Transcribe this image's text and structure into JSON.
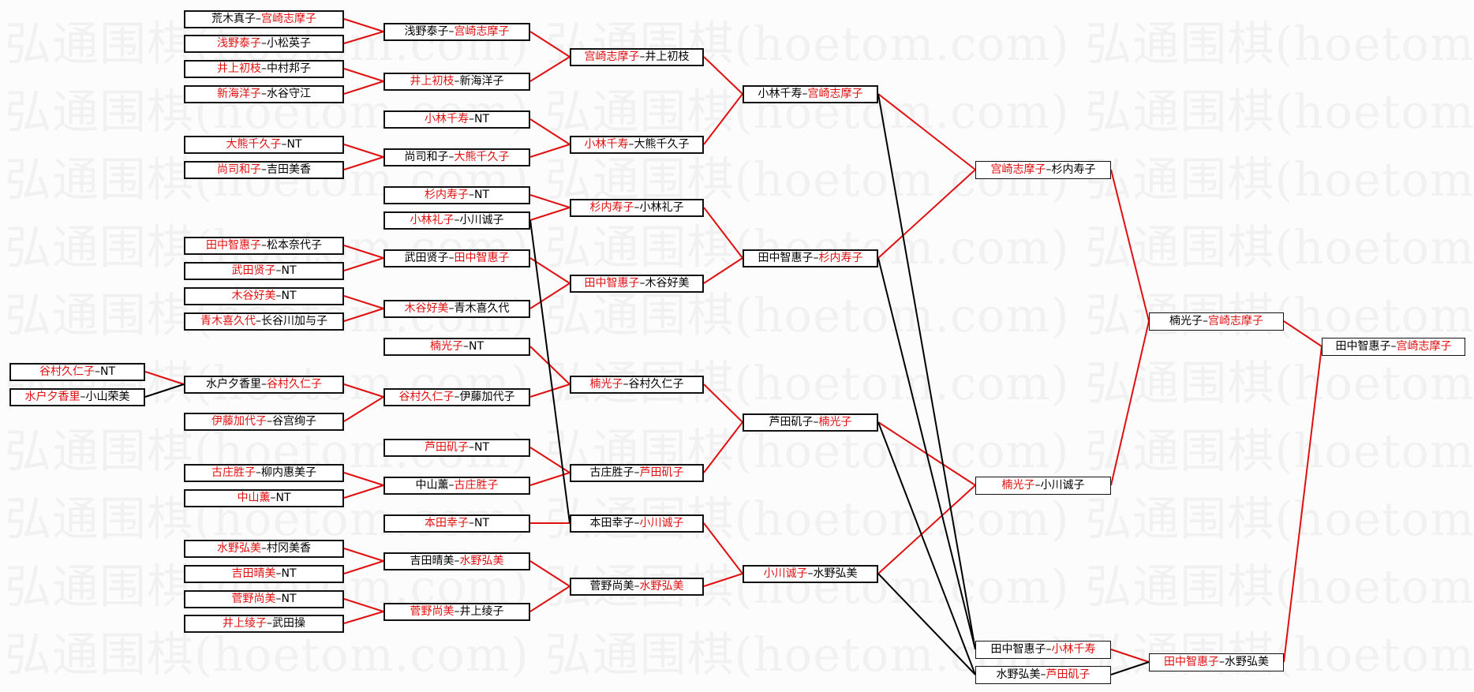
{
  "watermark": "弘通围棋(hoetom.com) 弘通围棋(hoetom.com) 弘通围棋(hoetom.c",
  "colors": {
    "winner": "#e01010",
    "loser": "#000000",
    "win_line": "#e01010",
    "lose_line": "#000000"
  },
  "matches": [
    {
      "id": "r1a",
      "p1": "谷村久仁子",
      "p2": "NT",
      "winner": 1
    },
    {
      "id": "r1b",
      "p1": "水户夕香里",
      "p2": "小山荣美",
      "winner": 1
    },
    {
      "id": "r2a",
      "p1": "荒木真子",
      "p2": "宫崎志摩子",
      "winner": 2
    },
    {
      "id": "r2b",
      "p1": "浅野泰子",
      "p2": "小松英子",
      "winner": 1
    },
    {
      "id": "r2c",
      "p1": "井上初枝",
      "p2": "中村邦子",
      "winner": 1
    },
    {
      "id": "r2d",
      "p1": "新海洋子",
      "p2": "水谷守江",
      "winner": 1
    },
    {
      "id": "r2e",
      "p1": "大熊千久子",
      "p2": "NT",
      "winner": 1
    },
    {
      "id": "r2f",
      "p1": "尚司和子",
      "p2": "吉田美香",
      "winner": 1
    },
    {
      "id": "r2g",
      "p1": "田中智惠子",
      "p2": "松本奈代子",
      "winner": 1
    },
    {
      "id": "r2h",
      "p1": "武田贤子",
      "p2": "NT",
      "winner": 1
    },
    {
      "id": "r2i",
      "p1": "木谷好美",
      "p2": "NT",
      "winner": 1
    },
    {
      "id": "r2j",
      "p1": "青木喜久代",
      "p2": "长谷川加与子",
      "winner": 1
    },
    {
      "id": "r2k",
      "p1": "水户夕香里",
      "p2": "谷村久仁子",
      "winner": 2
    },
    {
      "id": "r2l",
      "p1": "伊藤加代子",
      "p2": "谷宫绚子",
      "winner": 1
    },
    {
      "id": "r2m",
      "p1": "古庄胜子",
      "p2": "柳内惠美子",
      "winner": 1
    },
    {
      "id": "r2n",
      "p1": "中山薰",
      "p2": "NT",
      "winner": 1
    },
    {
      "id": "r2o",
      "p1": "水野弘美",
      "p2": "村冈美香",
      "winner": 1
    },
    {
      "id": "r2p",
      "p1": "吉田晴美",
      "p2": "NT",
      "winner": 1
    },
    {
      "id": "r2q",
      "p1": "菅野尚美",
      "p2": "NT",
      "winner": 1
    },
    {
      "id": "r2r",
      "p1": "井上绫子",
      "p2": "武田操",
      "winner": 1
    },
    {
      "id": "r3a",
      "p1": "浅野泰子",
      "p2": "宫崎志摩子",
      "winner": 2
    },
    {
      "id": "r3b",
      "p1": "井上初枝",
      "p2": "新海洋子",
      "winner": 1
    },
    {
      "id": "r3c",
      "p1": "小林千寿",
      "p2": "NT",
      "winner": 1
    },
    {
      "id": "r3d",
      "p1": "尚司和子",
      "p2": "大熊千久子",
      "winner": 2
    },
    {
      "id": "r3e",
      "p1": "杉内寿子",
      "p2": "NT",
      "winner": 1
    },
    {
      "id": "r3f",
      "p1": "小林礼子",
      "p2": "小川诚子",
      "winner": 1
    },
    {
      "id": "r3g",
      "p1": "武田贤子",
      "p2": "田中智惠子",
      "winner": 2
    },
    {
      "id": "r3h",
      "p1": "木谷好美",
      "p2": "青木喜久代",
      "winner": 1
    },
    {
      "id": "r3i",
      "p1": "楠光子",
      "p2": "NT",
      "winner": 1
    },
    {
      "id": "r3j",
      "p1": "谷村久仁子",
      "p2": "伊藤加代子",
      "winner": 1
    },
    {
      "id": "r3k",
      "p1": "芦田矶子",
      "p2": "NT",
      "winner": 1
    },
    {
      "id": "r3l",
      "p1": "中山薰",
      "p2": "古庄胜子",
      "winner": 2
    },
    {
      "id": "r3m",
      "p1": "本田幸子",
      "p2": "NT",
      "winner": 1
    },
    {
      "id": "r3n",
      "p1": "吉田晴美",
      "p2": "水野弘美",
      "winner": 2
    },
    {
      "id": "r3o",
      "p1": "菅野尚美",
      "p2": "井上绫子",
      "winner": 1
    },
    {
      "id": "r4a",
      "p1": "宫崎志摩子",
      "p2": "井上初枝",
      "winner": 1
    },
    {
      "id": "r4b",
      "p1": "小林千寿",
      "p2": "大熊千久子",
      "winner": 1
    },
    {
      "id": "r4c",
      "p1": "杉内寿子",
      "p2": "小林礼子",
      "winner": 1
    },
    {
      "id": "r4d",
      "p1": "田中智惠子",
      "p2": "木谷好美",
      "winner": 1
    },
    {
      "id": "r4e",
      "p1": "楠光子",
      "p2": "谷村久仁子",
      "winner": 1
    },
    {
      "id": "r4f",
      "p1": "古庄胜子",
      "p2": "芦田矶子",
      "winner": 2
    },
    {
      "id": "r4g",
      "p1": "本田幸子",
      "p2": "小川诚子",
      "winner": 2
    },
    {
      "id": "r4h",
      "p1": "菅野尚美",
      "p2": "水野弘美",
      "winner": 2
    },
    {
      "id": "r5a",
      "p1": "小林千寿",
      "p2": "宫崎志摩子",
      "winner": 2
    },
    {
      "id": "r5b",
      "p1": "田中智惠子",
      "p2": "杉内寿子",
      "winner": 2
    },
    {
      "id": "r5c",
      "p1": "芦田矶子",
      "p2": "楠光子",
      "winner": 2
    },
    {
      "id": "r5d",
      "p1": "小川诚子",
      "p2": "水野弘美",
      "winner": 1
    },
    {
      "id": "r6a",
      "p1": "宫崎志摩子",
      "p2": "杉内寿子",
      "winner": 1
    },
    {
      "id": "r6b",
      "p1": "楠光子",
      "p2": "小川诚子",
      "winner": 1
    },
    {
      "id": "r6c",
      "p1": "田中智惠子",
      "p2": "小林千寿",
      "winner": 2
    },
    {
      "id": "r6d",
      "p1": "水野弘美",
      "p2": "芦田矶子",
      "winner": 2
    },
    {
      "id": "r7a",
      "p1": "楠光子",
      "p2": "宫崎志摩子",
      "winner": 2
    },
    {
      "id": "r7b",
      "p1": "田中智惠子",
      "p2": "水野弘美",
      "winner": 1
    },
    {
      "id": "r8a",
      "p1": "田中智惠子",
      "p2": "宫崎志摩子",
      "winner": 2
    }
  ]
}
